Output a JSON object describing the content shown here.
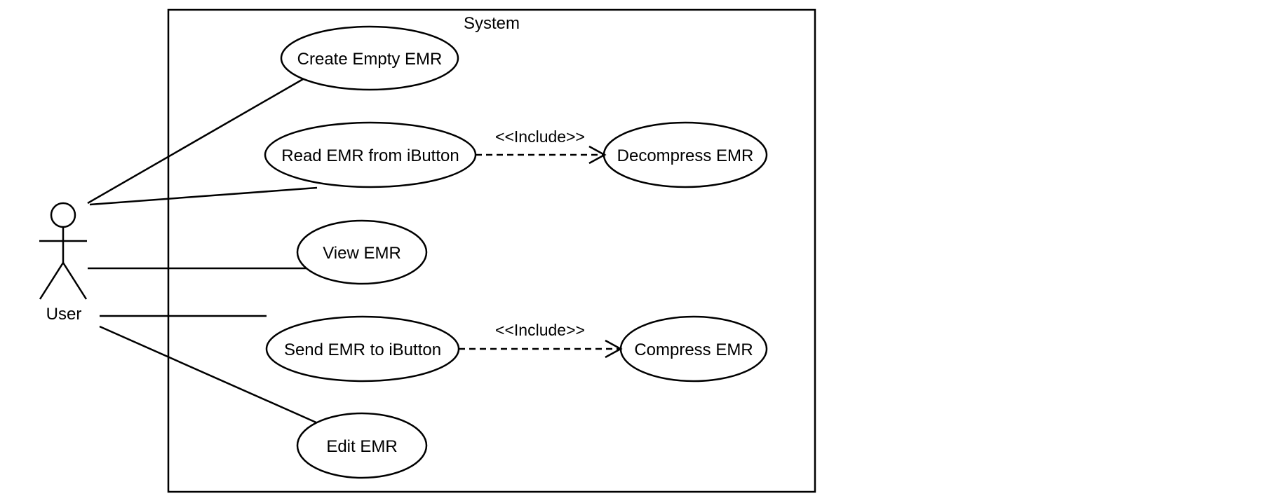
{
  "system": {
    "label": "System"
  },
  "actor": {
    "label": "User"
  },
  "use_cases": {
    "create_empty_emr": "Create Empty EMR",
    "read_emr": "Read EMR from iButton",
    "decompress_emr": "Decompress EMR",
    "view_emr": "View EMR",
    "send_emr": "Send EMR to iButton",
    "compress_emr": "Compress EMR",
    "edit_emr": "Edit EMR"
  },
  "relationships": {
    "include_decompress": "<<Include>>",
    "include_compress": "<<Include>>"
  },
  "colors": {
    "stroke": "#000000",
    "background": "#ffffff"
  }
}
